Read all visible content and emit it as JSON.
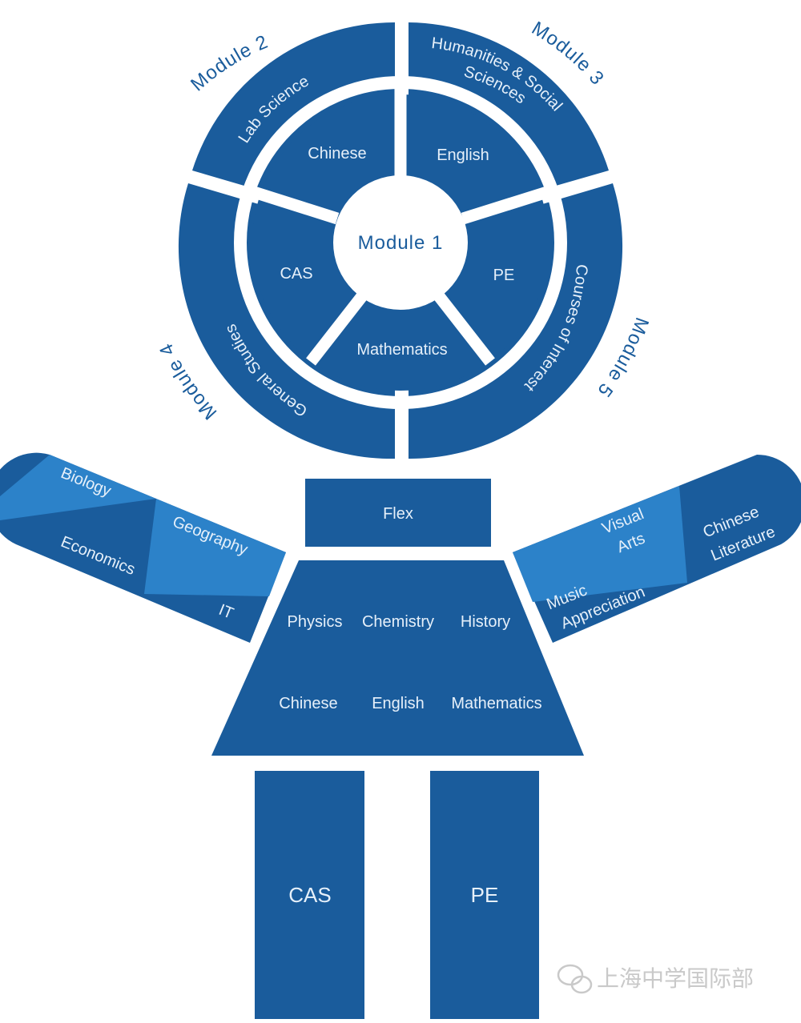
{
  "colors": {
    "primary": "#1a5c9c",
    "primary_dark": "#145189",
    "accent": "#2c82c9",
    "label": "#e6f0fa",
    "watermark": "#c9c9c9"
  },
  "wheel": {
    "modules": {
      "m1": "Module 1",
      "m2": "Module 2",
      "m3": "Module 3",
      "m4": "Module 4",
      "m5": "Module 5"
    },
    "inner_ring": [
      "Chinese",
      "English",
      "PE",
      "Mathematics",
      "CAS"
    ],
    "outer_ring": {
      "lab_science": "Lab Science",
      "humanities_line1": "Humanities & Social",
      "humanities_line2": "Sciences",
      "courses_of_interest": "Courses of Interest",
      "general_studies": "General Studies"
    }
  },
  "left_arm": {
    "biology": "Biology",
    "geography": "Geography",
    "economics": "Economics",
    "it": "IT"
  },
  "right_arm": {
    "visual_line1": "Visual",
    "visual_line2": "Arts",
    "chinese_lit_line1": "Chinese",
    "chinese_lit_line2": "Literature",
    "music_line1": "Music",
    "music_line2": "Appreciation"
  },
  "body": {
    "flex": "Flex",
    "row1": [
      "Physics",
      "Chemistry",
      "History"
    ],
    "row2": [
      "Chinese",
      "English",
      "Mathematics"
    ]
  },
  "legs": {
    "left": "CAS",
    "right": "PE"
  },
  "watermark": {
    "text": "上海中学国际部",
    "icon": "wechat-icon"
  }
}
